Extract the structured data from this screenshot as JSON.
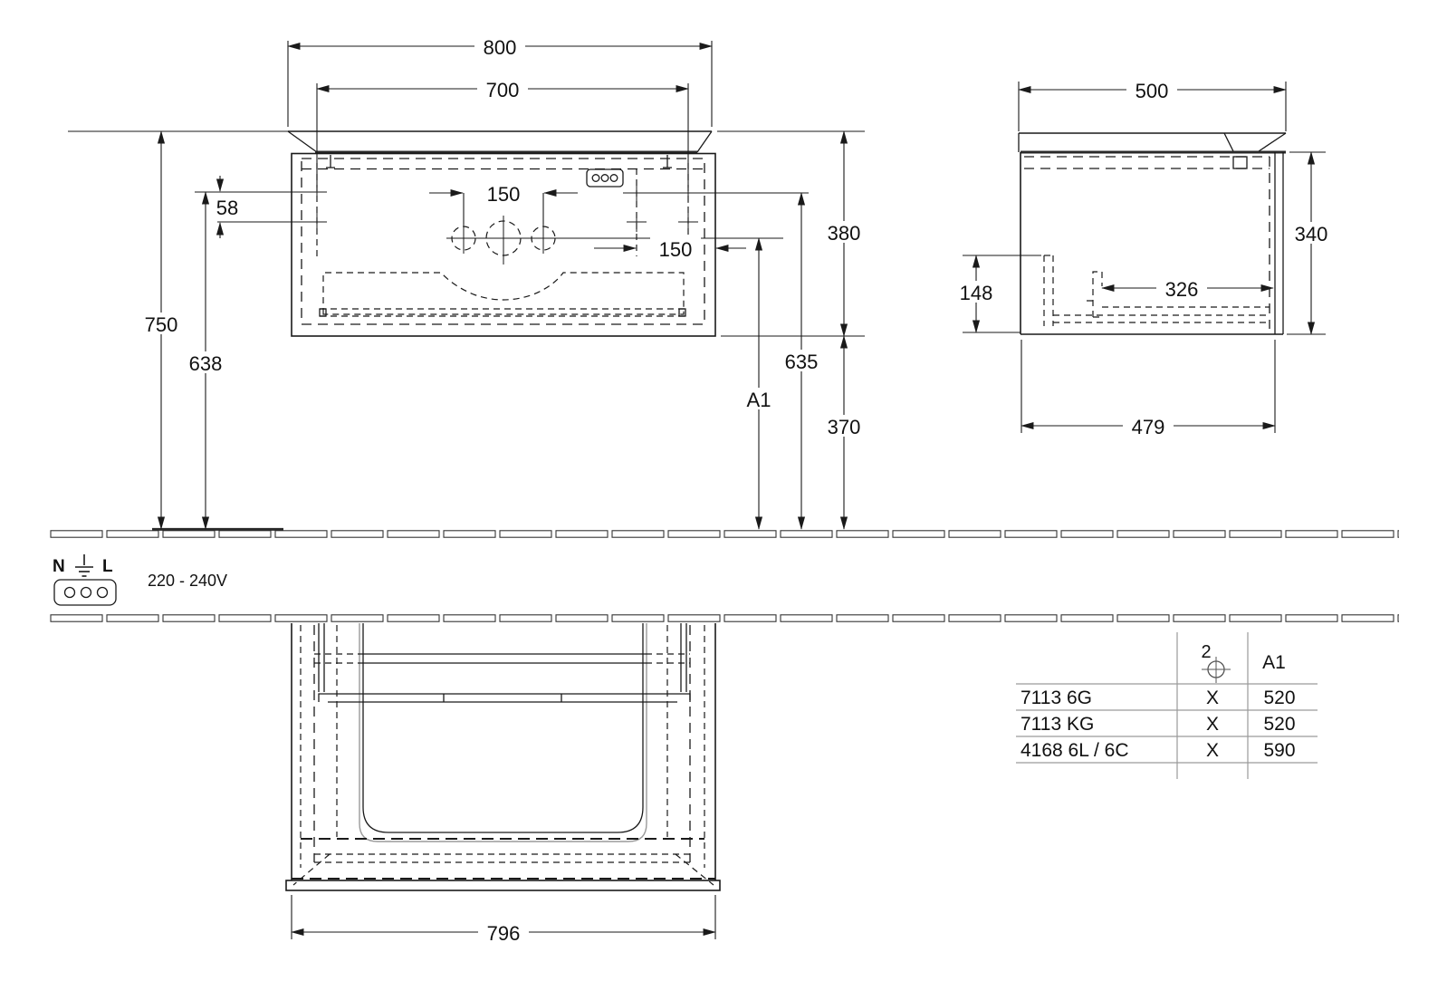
{
  "front_view": {
    "dims": {
      "width_total": "800",
      "width_holes": "700",
      "offset_side_holes": "58",
      "tap_spacing": "150",
      "socket_offset": "150",
      "body_height": "380",
      "tap_height": "635",
      "clearance_below": "370",
      "height_top": "750",
      "height_upper_hole": "638",
      "tap_height_variable": "A1"
    }
  },
  "side_view": {
    "dims": {
      "depth_total": "500",
      "body_height": "340",
      "siphon_height": "148",
      "rail_depth": "326",
      "body_depth": "479"
    }
  },
  "plan_view": {
    "dims": {
      "body_width": "796"
    }
  },
  "electrical": {
    "neutral": "N",
    "line": "L",
    "voltage": "220 - 240V"
  },
  "table": {
    "header_qty": "2",
    "header_a1": "A1",
    "rows": [
      {
        "model": "7113 6G",
        "drill": "X",
        "a1": "520"
      },
      {
        "model": "7113 KG",
        "drill": "X",
        "a1": "520"
      },
      {
        "model": "4168 6L / 6C",
        "drill": "X",
        "a1": "590"
      }
    ]
  }
}
